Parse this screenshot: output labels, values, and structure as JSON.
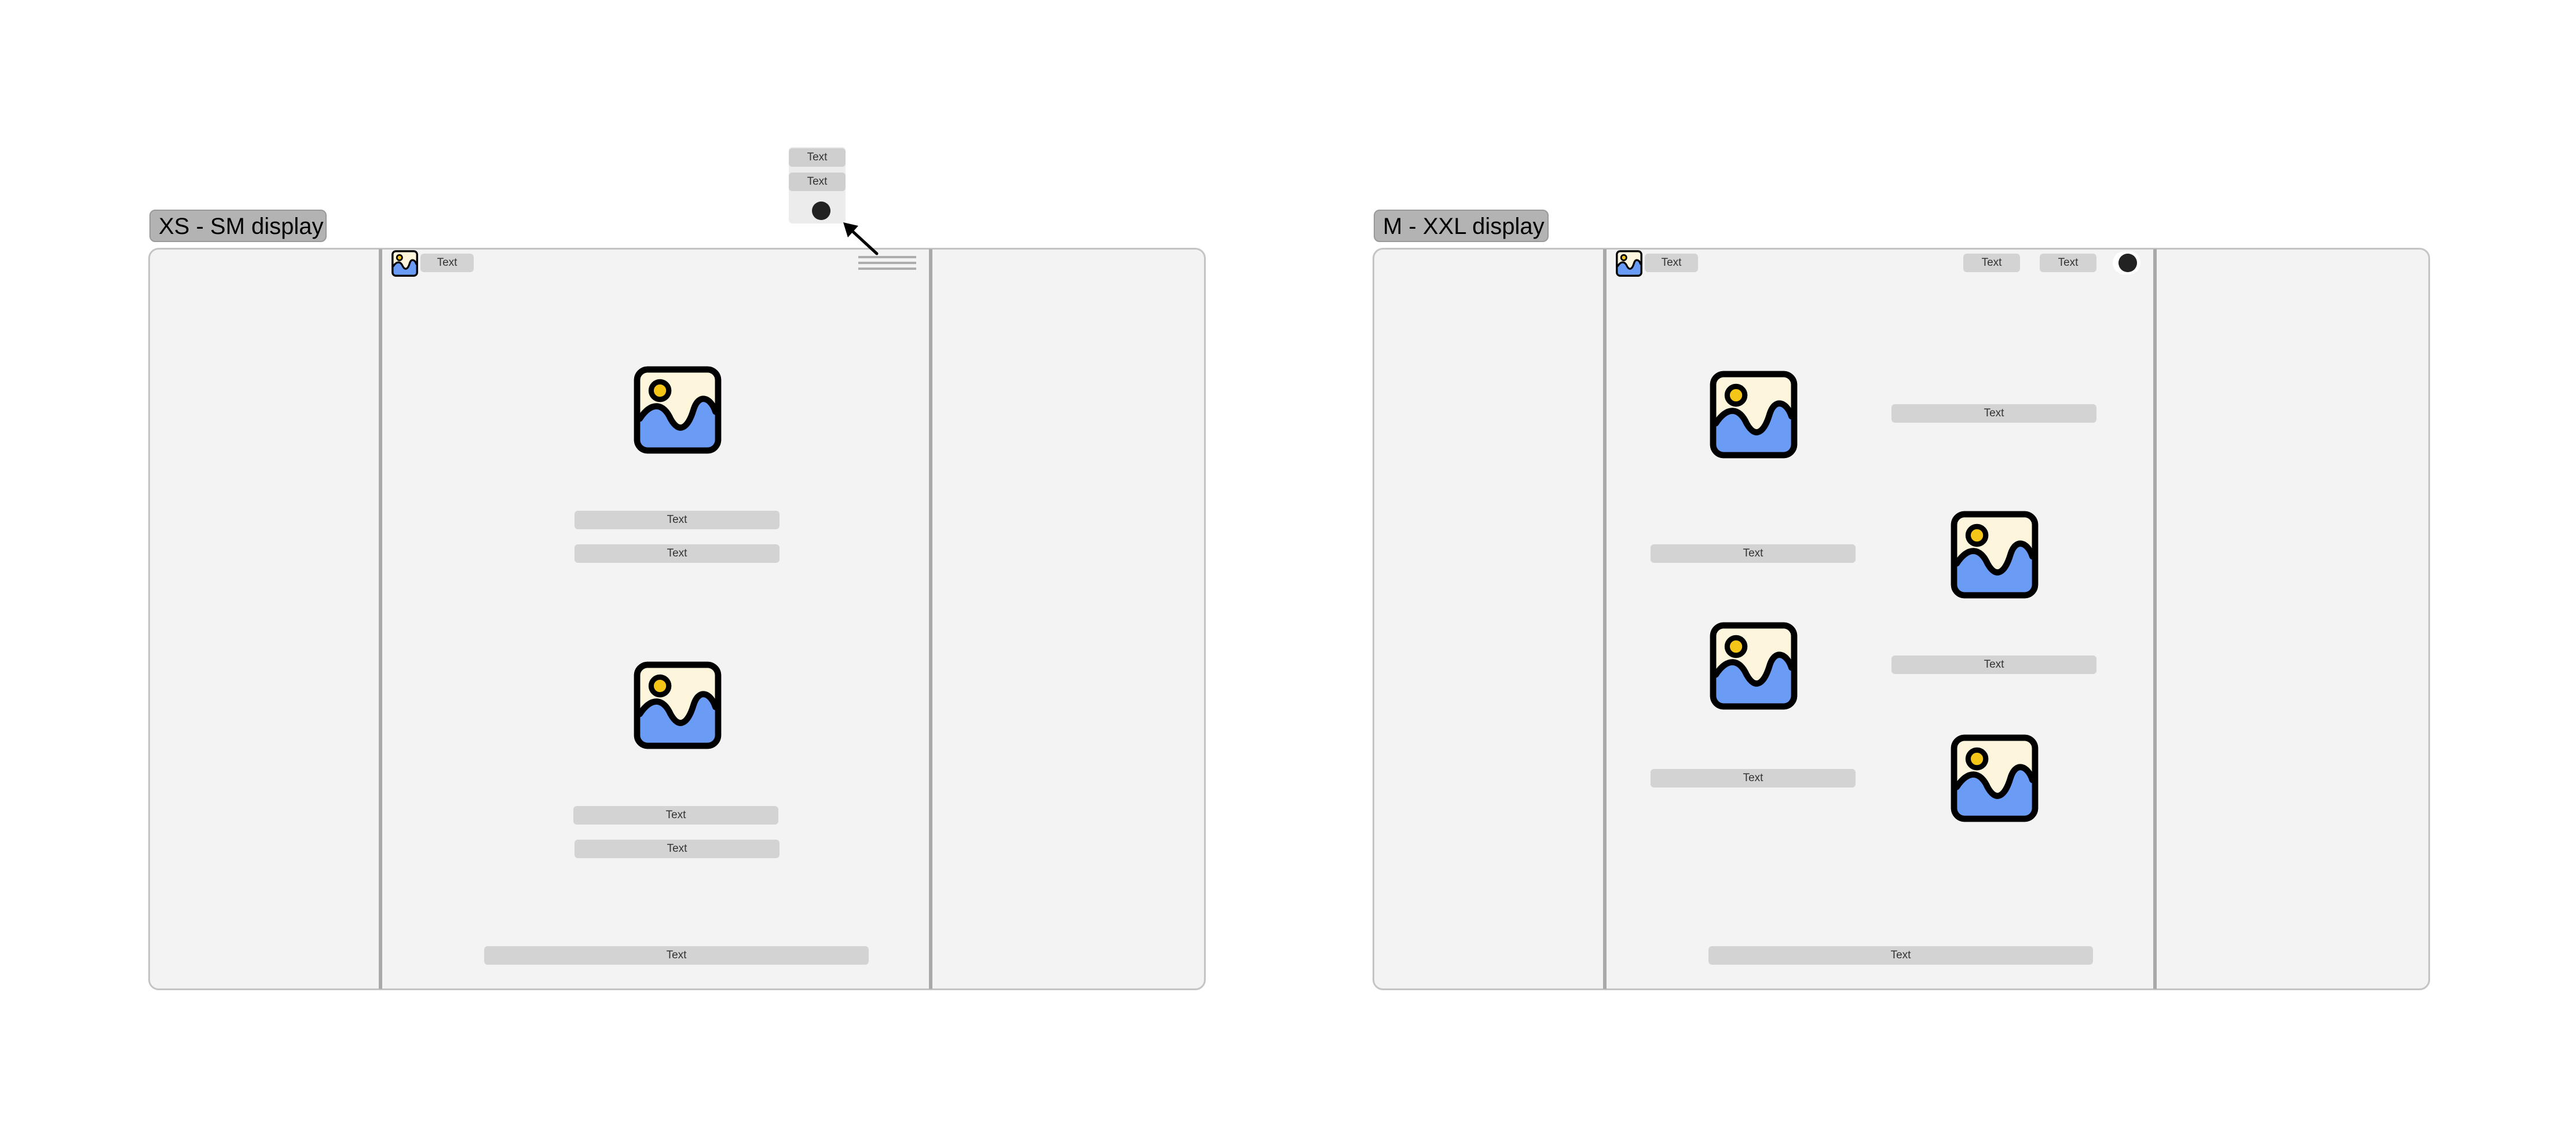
{
  "left_panel": {
    "title": "XS - SM display",
    "header_text": "Text",
    "popup": {
      "items": [
        "Text",
        "Text"
      ]
    },
    "section1": {
      "texts": [
        "Text",
        "Text"
      ]
    },
    "section2": {
      "texts": [
        "Text",
        "Text"
      ]
    },
    "footer_text": "Text"
  },
  "right_panel": {
    "title": "M - XXL display",
    "header_text": "Text",
    "nav": [
      "Text",
      "Text"
    ],
    "rows": [
      {
        "text": "Text"
      },
      {
        "text": "Text"
      },
      {
        "text": "Text"
      },
      {
        "text": "Text"
      }
    ],
    "footer_text": "Text"
  },
  "colors": {
    "frame_bg": "#f3f3f3",
    "pill_bg": "#d3d3d3",
    "image_sky": "#fdf6dc",
    "image_hill": "#6b9cf5",
    "image_sun": "#f5c518"
  }
}
